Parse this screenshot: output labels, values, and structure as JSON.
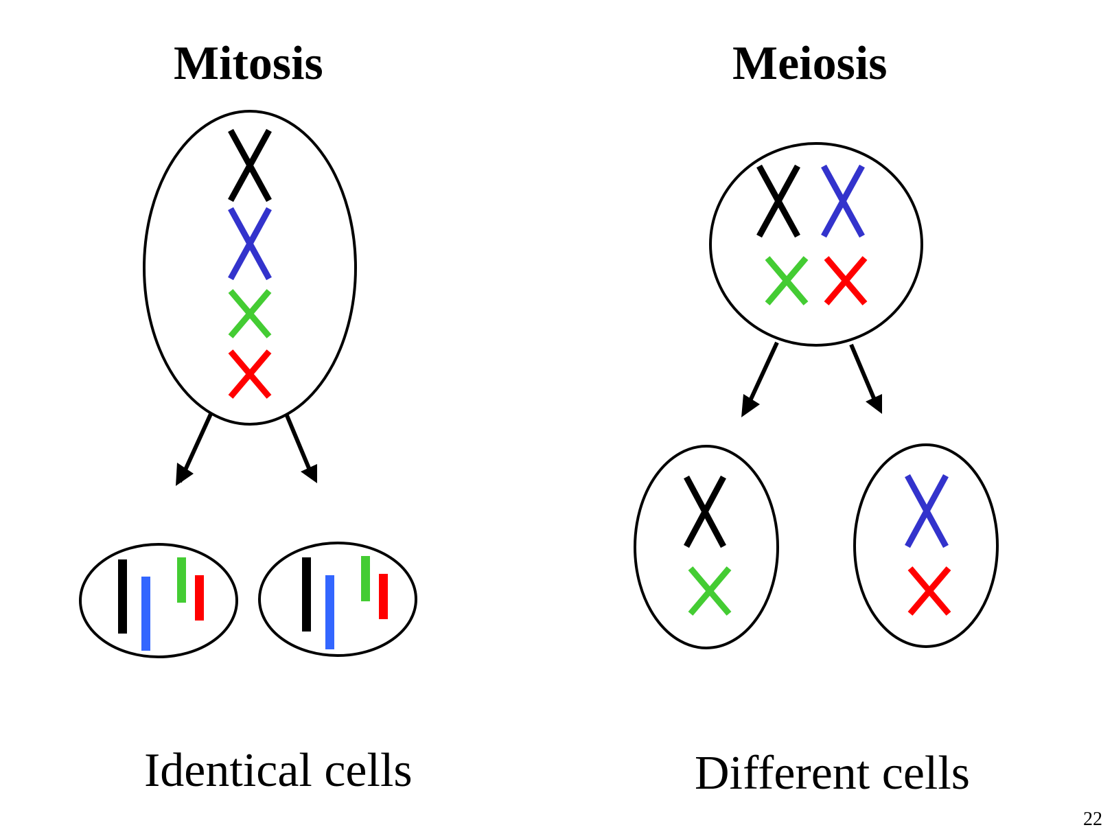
{
  "titles": {
    "mitosis": "Mitosis",
    "meiosis": "Meiosis"
  },
  "captions": {
    "mitosis": "Identical cells",
    "meiosis": "Different cells"
  },
  "page_number": "22",
  "colors": {
    "black": "#000000",
    "blue": "#3333cc",
    "bright_blue": "#3366ff",
    "green": "#44cc33",
    "red": "#ff0000"
  }
}
